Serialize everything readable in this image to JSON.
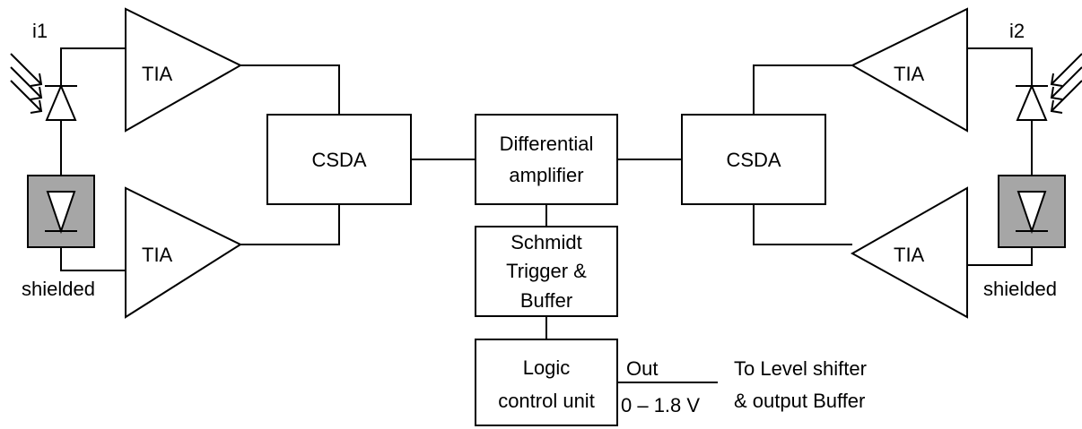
{
  "left": {
    "current_label": "i1",
    "tia_top_label": "TIA",
    "tia_bottom_label": "TIA",
    "csda_label": "CSDA",
    "shielded_label": "shielded"
  },
  "right": {
    "current_label": "i2",
    "tia_top_label": "TIA",
    "tia_bottom_label": "TIA",
    "csda_label": "CSDA",
    "shielded_label": "shielded"
  },
  "center": {
    "diff_amp_lines": [
      "Differential",
      "amplifier"
    ],
    "schmidt_lines": [
      "Schmidt",
      "Trigger &",
      "Buffer"
    ],
    "logic_lines": [
      "Logic",
      "control unit"
    ]
  },
  "output": {
    "out_label": "Out",
    "voltage_label": "0 – 1.8 V",
    "destination_lines": [
      "To Level shifter",
      "& output Buffer"
    ]
  },
  "colors": {
    "line": "#000000",
    "shield_fill": "#a6a6a6",
    "background": "#ffffff"
  }
}
